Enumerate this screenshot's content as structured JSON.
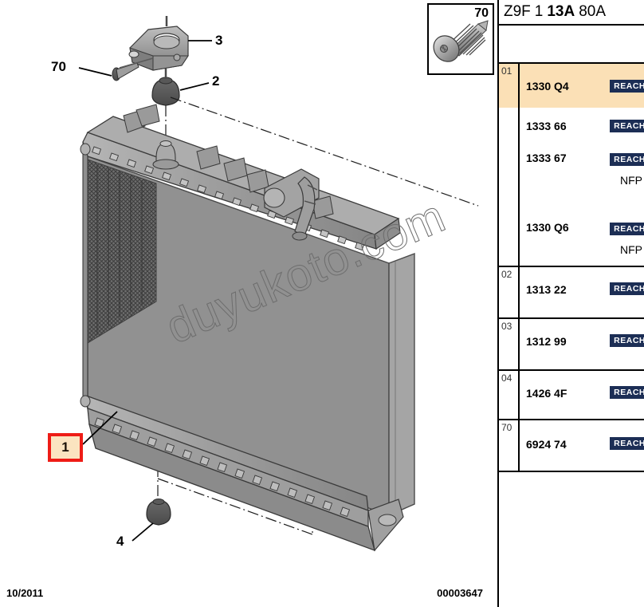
{
  "header": {
    "code_prefix": "Z9F",
    "code_mid": "1",
    "code_bold": "13A",
    "code_suffix": "80A"
  },
  "inset": {
    "label": "70",
    "icon": "screw-icon"
  },
  "footer": {
    "date": "10/2011",
    "reference": "00003647"
  },
  "watermark": {
    "text": "duyukoto.com"
  },
  "diagram": {
    "callouts": [
      {
        "label": "3",
        "name": "callout-3"
      },
      {
        "label": "70",
        "name": "callout-70"
      },
      {
        "label": "2",
        "name": "callout-2"
      },
      {
        "label": "1",
        "name": "callout-1"
      },
      {
        "label": "4",
        "name": "callout-4"
      }
    ]
  },
  "colors": {
    "highlight_row": "#fbe0b6",
    "callout_border": "#ee1c16",
    "reach_badge": "#1c2e55",
    "part_metal": "#8c8c8c"
  },
  "table": {
    "badge_label": "REACH",
    "nfp_label": "NFP",
    "groups": [
      {
        "index": "01",
        "rows": [
          {
            "part": "1330 Q4",
            "badge": "REACH",
            "nfp": "",
            "highlight": true
          },
          {
            "part": "1333 66",
            "badge": "REACH",
            "nfp": "",
            "highlight": false
          },
          {
            "part": "1333 67",
            "badge": "REACH",
            "nfp": "NFP",
            "highlight": false
          },
          {
            "part": "1330 Q6",
            "badge": "REACH",
            "nfp": "NFP",
            "highlight": false
          }
        ]
      },
      {
        "index": "02",
        "rows": [
          {
            "part": "1313 22",
            "badge": "REACH",
            "nfp": "",
            "highlight": false
          }
        ]
      },
      {
        "index": "03",
        "rows": [
          {
            "part": "1312 99",
            "badge": "REACH",
            "nfp": "",
            "highlight": false
          }
        ]
      },
      {
        "index": "04",
        "rows": [
          {
            "part": "1426 4F",
            "badge": "REACH",
            "nfp": "",
            "highlight": false
          }
        ]
      },
      {
        "index": "70",
        "rows": [
          {
            "part": "6924 74",
            "badge": "REACH",
            "nfp": "",
            "highlight": false
          }
        ]
      }
    ]
  }
}
